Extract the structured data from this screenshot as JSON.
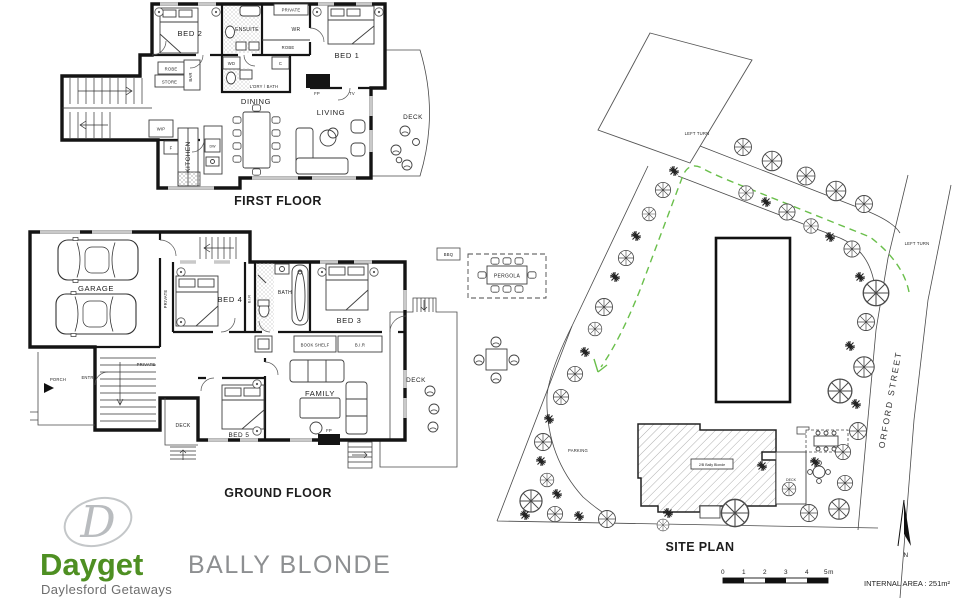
{
  "brand": {
    "monogram": "D",
    "name": "Dayget",
    "tagline": "Daylesford Getaways",
    "green": "#4e8f22",
    "monogram_gray": "#b9bcbf",
    "tagline_gray": "#6d6d6d"
  },
  "property_title": {
    "text": "BALLY BLONDE",
    "color": "#8d8f91"
  },
  "ff": {
    "title": "FIRST FLOOR",
    "bed2": "BED 2",
    "ensuite": "ENSUITE",
    "private": "PRIVATE",
    "wr": "WR",
    "robe_a": "ROBE",
    "bed1": "BED 1",
    "robe_b": "ROBE",
    "store": "STORE",
    "bar": "BAR",
    "wd": "WD",
    "c": "C",
    "ldry_bath": "L'DRY / BATH",
    "dining": "DINING",
    "living": "LIVING",
    "deck": "DECK",
    "wip": "WIP",
    "fridge": "F",
    "kitchen": "KITCHEN",
    "dw": "DW",
    "fp": "FP",
    "tv": "TV"
  },
  "gf": {
    "title": "GROUND FLOOR",
    "garage": "GARAGE",
    "private_hall": "PRIVATE",
    "bed4": "BED 4",
    "bir_side": "B.I.R",
    "bath": "BATH",
    "bed3": "BED 3",
    "book_shelf": "BOOK SHELF",
    "bir": "B.I.R",
    "porch": "PORCH",
    "entry": "ENTRY",
    "private_stairs": "PRIVATE",
    "deck_small": "DECK",
    "bed5": "BED 5",
    "family": "FAMILY",
    "fp": "FP",
    "deck_large": "DECK",
    "bbq": "BBQ",
    "pergola": "PERGOLA"
  },
  "sp": {
    "title": "SITE PLAN",
    "left_turn_top": "LEFT TURN",
    "left_turn_right": "LEFT TURN",
    "parking": "PARKING",
    "street": "ORFORD STREET",
    "building": "2/B Bally Blonde",
    "deck": "DECK",
    "north": "N",
    "route_color": "#6abf4b"
  },
  "footer": {
    "internal_area": "INTERNAL AREA : 251m²",
    "scale": [
      "0",
      "1",
      "2",
      "3",
      "4",
      "5m"
    ]
  }
}
